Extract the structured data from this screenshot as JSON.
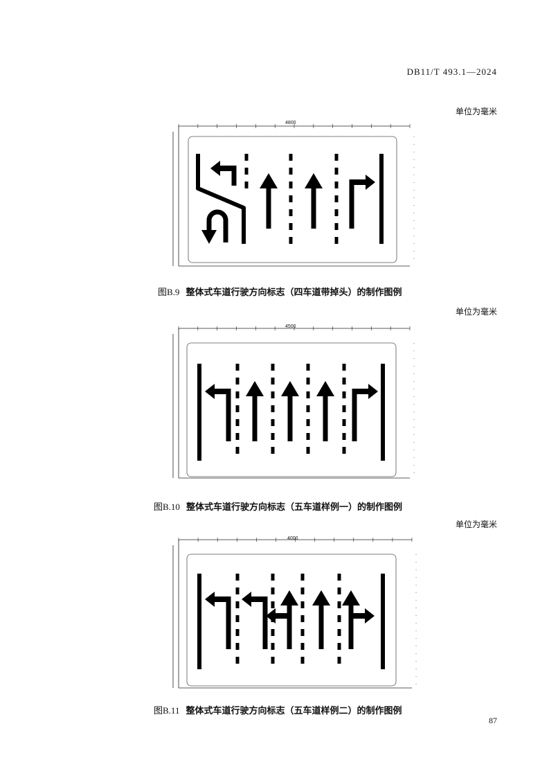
{
  "header": {
    "standard_no": "DB11/T 493.1—2024"
  },
  "figures": [
    {
      "unit_note": "单位为毫米",
      "caption_no": "图B.9",
      "caption": "整体式车道行驶方向标志（四车道带掉头）的制作图例",
      "total_width_label": "4800"
    },
    {
      "unit_note": "单位为毫米",
      "caption_no": "图B.10",
      "caption": "整体式车道行驶方向标志（五车道样例一）的制作图例",
      "total_width_label": "4500"
    },
    {
      "unit_note": "单位为毫米",
      "caption_no": "图B.11",
      "caption": "整体式车道行驶方向标志（五车道样例二）的制作图例",
      "total_width_label": "4000"
    }
  ],
  "page_number": "87"
}
